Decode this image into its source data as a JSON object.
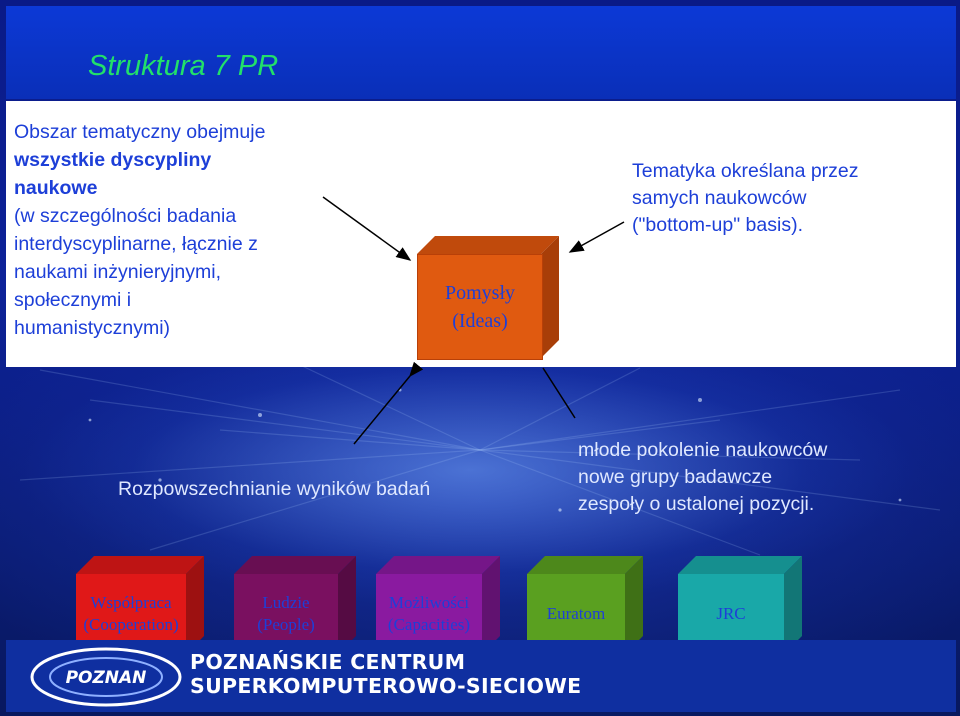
{
  "slide": {
    "title": "Struktura 7 PR"
  },
  "left_block": {
    "line1": "Obszar tematyczny obejmuje",
    "bold_line1": "wszystkie dyscypliny",
    "bold_line2": "naukowe",
    "line2": "(w szczególności badania",
    "line3": "interdyscyplinarne, łącznie z",
    "line4": "naukami inżynieryjnymi,",
    "line5": "społecznymi i",
    "line6": "humanistycznymi)"
  },
  "right_block": {
    "line1": "Tematyka określana przez",
    "line2": "samych naukowców",
    "line3": "(\"bottom-up\" basis)."
  },
  "center_cube": {
    "line1": "Pomysły",
    "line2": "(Ideas)"
  },
  "mid_left": "Rozpowszechnianie wyników badań",
  "mid_right": {
    "line1": "młode pokolenie naukowców",
    "line2": "nowe grupy badawcze",
    "line3": "zespoły o ustalonej pozycji."
  },
  "bottom_cubes": [
    {
      "line1": "Współpraca",
      "line2": "(Cooperation)",
      "color": "#e01818"
    },
    {
      "line1": "Ludzie",
      "line2": "(People)",
      "color": "#7a1060"
    },
    {
      "line1": "Możliwości",
      "line2": "(Capacities)",
      "color": "#8a1aa0"
    },
    {
      "line1": "Euratom",
      "line2": "",
      "color": "#5aa020"
    },
    {
      "line1": "JRC",
      "line2": "",
      "color": "#19a8a8"
    }
  ],
  "footer": {
    "logo_word": "POZNAN",
    "org_line1": "POZNAŃSKIE CENTRUM",
    "org_line2": "SUPERKOMPUTEROWO-SIECIOWE"
  },
  "colors": {
    "title": "#22e06a",
    "body_text": "#1d3fd8",
    "ideas_cube": "#e05a10",
    "background": "#0b1c6e"
  }
}
